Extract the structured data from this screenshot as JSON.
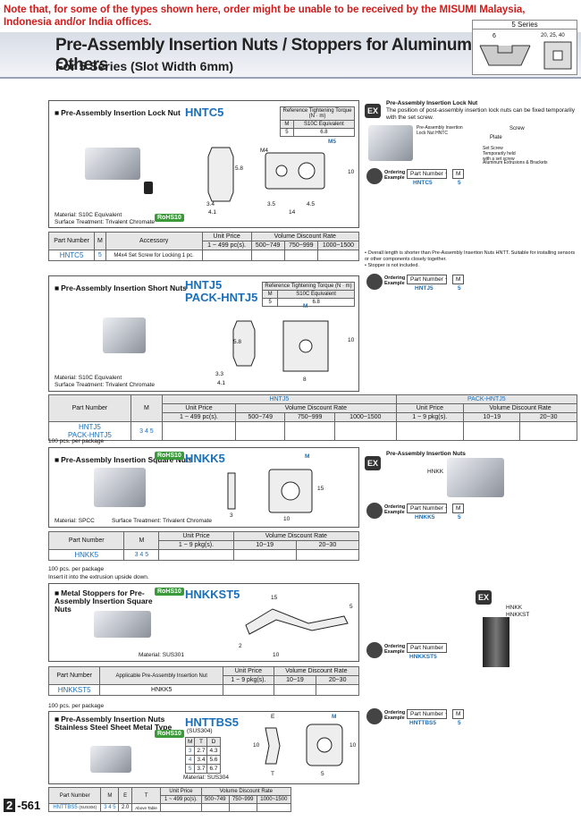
{
  "notice": "Note that, for some of the types shown here, order might be unable to be received by the MISUMI Malaysia, Indonesia and/or India offices.",
  "header": {
    "title": "Pre-Assembly Insertion Nuts / Stoppers for Aluminum Extrusions - Others",
    "subtitle": "For 5 Series (Slot Width 6mm)",
    "series_label": "5 Series",
    "dim_6": "6",
    "dim_sizes": "20, 25, 40"
  },
  "hntc5": {
    "title": "Pre-Assembly Insertion Lock Nut",
    "code": "HNTC5",
    "torque_title": "Reference Tightening Torque (N · m)",
    "torque_m": "M",
    "torque_mat": "S10C Equivalent",
    "torque_row_m": "5",
    "torque_row_v": "6.8",
    "label_m4": "M4",
    "label_m5": "M5",
    "dims": [
      "5.8",
      "3.4",
      "4.1",
      "3.5",
      "4.5",
      "14",
      "10"
    ],
    "material": "Material: S10C Equivalent",
    "surface": "Surface Treatment: Trivalent Chromate",
    "rohs": "RoHS10",
    "table": {
      "h_part": "Part Number",
      "h_m": "M",
      "h_acc": "Accessory",
      "h_up": "Unit Price",
      "h_vdr": "Volume Discount Rate",
      "h_q1": "1 ~ 499 pc(s).",
      "h_q2": "500~749",
      "h_q3": "750~999",
      "h_q4": "1000~1500",
      "part": "HNTC5",
      "m": "5",
      "acc": "M4x4 Set Screw for Locking 1 pc."
    },
    "ex_title": "Pre-Assembly Insertion Lock Nut",
    "ex_text": "The position of post-assembly insertion lock nuts can be fixed temporarily with the set screw.",
    "ex_labels": [
      "Pre-Assembly Insertion Lock Nut HNTC",
      "Screw",
      "Plate",
      "Set Screw Temporarily held with a set screw",
      "Aluminum Extrusions & Brackets"
    ],
    "order_label": "Ordering Example",
    "order_part": "Part Number",
    "order_m": "M",
    "order_val_part": "HNTC5",
    "order_val_m": "5",
    "notes": [
      "• Overall length is shorter than Pre-Assembly Insertion Nuts HNTT. Suitable for installing sensors or other components closely together.",
      "• Stopper is not included."
    ]
  },
  "hntj5": {
    "title": "Pre-Assembly Insertion Short Nuts",
    "code": "HNTJ5",
    "code2": "PACK-HNTJ5",
    "torque_title": "Reference Tightening Torque (N · m)",
    "torque_m": "M",
    "torque_mat": "S10C Equivalent",
    "torque_row_m": "5",
    "torque_row_v": "6.8",
    "label_m": "M",
    "dims": [
      "5.8",
      "3.3",
      "4.1",
      "10",
      "8"
    ],
    "material": "Material: S10C Equivalent",
    "surface": "Surface Treatment: Trivalent Chromate",
    "table": {
      "g1": "HNTJ5",
      "g2": "PACK-HNTJ5",
      "h_part": "Part Number",
      "h_m": "M",
      "h_up": "Unit Price",
      "h_vdr": "Volume Discount Rate",
      "q1": "1 ~ 499 pc(s).",
      "q2": "500~749",
      "q3": "750~999",
      "q4": "1000~1500",
      "q5": "1 ~ 9 pkg(s).",
      "q6": "10~19",
      "q7": "20~30",
      "part": "HNTJ5\nPACK-HNTJ5",
      "m": "3 4 5"
    },
    "note": "100 pcs. per package",
    "order_label": "Ordering Example",
    "order_part": "Part Number",
    "order_m": "M",
    "order_val_part": "HNTJ5",
    "order_val_m": "5"
  },
  "hnkk5": {
    "title": "Pre-Assembly Insertion Square Nuts",
    "code": "HNKK5",
    "rohs": "RoHS10",
    "label_m": "M",
    "dims": [
      "15",
      "3",
      "10"
    ],
    "material": "Material: SPCC",
    "surface": "Surface Treatment: Trivalent Chromate",
    "table": {
      "h_part": "Part Number",
      "h_m": "M",
      "h_up": "Unit Price",
      "h_vdr": "Volume Discount Rate",
      "q1": "1 ~ 9 pkg(s).",
      "q2": "10~19",
      "q3": "20~30",
      "part": "HNKK5",
      "m": "3 4 5"
    },
    "notes": [
      "100 pcs. per package",
      "Insert it into the extrusion upside down."
    ],
    "ex_title": "Pre-Assembly Insertion Nuts",
    "ex_label": "HNKK",
    "order_label": "Ordering Example",
    "order_part": "Part Number",
    "order_m": "M",
    "order_val_part": "HNKK5",
    "order_val_m": "5"
  },
  "hnkkst5": {
    "title": "Metal Stoppers for Pre-Assembly Insertion Square Nuts",
    "code": "HNKKST5",
    "rohs": "RoHS10",
    "dims": [
      "15",
      "5",
      "2",
      "10"
    ],
    "material": "Material: SUS301",
    "table": {
      "h_part": "Part Number",
      "h_app": "Applicable Pre-Assembly Insertion Nut",
      "h_up": "Unit Price",
      "h_vdr": "Volume Discount Rate",
      "q1": "1 ~ 9 pkg(s).",
      "q2": "10~19",
      "q3": "20~30",
      "part": "HNKKST5",
      "app": "HNKK5"
    },
    "note": "100 pcs. per package",
    "ex_labels": [
      "HNKK",
      "HNKKST"
    ],
    "order_label": "Ordering Example",
    "order_part": "Part Number",
    "order_val_part": "HNKKST5"
  },
  "hnttbs5": {
    "title": "Pre-Assembly Insertion Nuts Stainless Steel Sheet Metal Type",
    "code": "HNTTBS5",
    "code_sub": "(SUS304)",
    "rohs": "RoHS10",
    "label_m": "M",
    "dims_e": "E",
    "dims_t": "T",
    "dims": [
      "10",
      "10",
      "5"
    ],
    "mtd_h": [
      "M",
      "T",
      "D"
    ],
    "mtd_rows": [
      [
        "3",
        "2.7",
        "4.3"
      ],
      [
        "4",
        "3.4",
        "5.6"
      ],
      [
        "5",
        "3.7",
        "6.7"
      ]
    ],
    "material": "Material: SUS304",
    "table": {
      "h_part": "Part Number",
      "h_m": "M",
      "h_e": "E",
      "h_t": "T",
      "h_up": "Unit Price",
      "h_vdr": "Volume Discount Rate",
      "q1": "1 ~ 499 pc(s).",
      "q2": "500~749",
      "q3": "750~999",
      "q4": "1000~1500",
      "part": "HNTTBS5",
      "part_sub": "(SUS304)",
      "m": "3 4 5",
      "e": "2.0",
      "t": "Above Table"
    },
    "order_label": "Ordering Example",
    "order_part": "Part Number",
    "order_m": "M",
    "order_val_part": "HNTTBS5",
    "order_val_m": "5"
  },
  "footer": {
    "chapter": "2",
    "page": "-561"
  }
}
